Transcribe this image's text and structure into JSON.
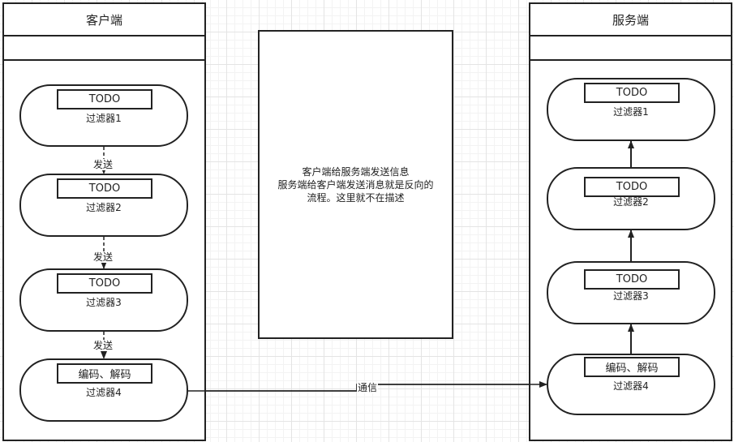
{
  "client": {
    "title": "客户端",
    "filters": [
      {
        "label": "TODO",
        "name": "过滤器1"
      },
      {
        "label": "TODO",
        "name": "过滤器2"
      },
      {
        "label": "TODO",
        "name": "过滤器3"
      },
      {
        "label": "编码、解码",
        "name": "过滤器4"
      }
    ],
    "send_labels": [
      "发送",
      "发送",
      "发送"
    ]
  },
  "server": {
    "title": "服务端",
    "filters": [
      {
        "label": "TODO",
        "name": "过滤器1"
      },
      {
        "label": "TODO",
        "name": "过滤器2"
      },
      {
        "label": "TODO",
        "name": "过滤器3"
      },
      {
        "label": "编码、解码",
        "name": "过滤器4"
      }
    ]
  },
  "note": {
    "line1": "客户端给服务端发送信息",
    "line2": "服务端给客户端发送消息就是反向的",
    "line3": "流程。这里就不在描述"
  },
  "connection_label": "通信"
}
